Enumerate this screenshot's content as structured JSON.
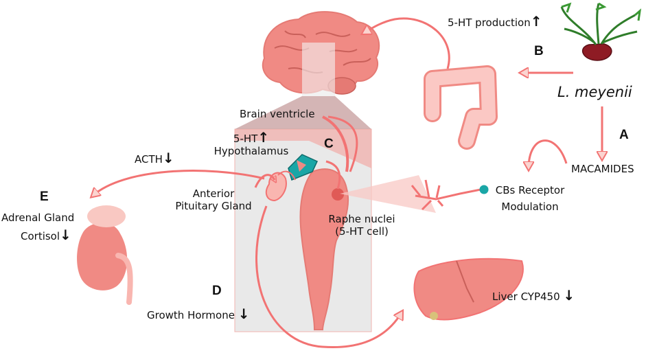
{
  "labels": {
    "ht_production": "5-HT production",
    "species": "L. meyenii",
    "macamides": "MACAMIDES",
    "cbs_line1": "CBs Receptor",
    "cbs_line2": "Modulation",
    "brain_ventricle": "Brain ventricle",
    "ht_hypo_line1": "5-HT",
    "ht_hypo_line2": "Hypothalamus",
    "acth": "ACTH",
    "anterior_line1": "Anterior",
    "anterior_line2": "Pituitary Gland",
    "raphe_line1": "Raphe nuclei",
    "raphe_line2": "(5-HT cell)",
    "adrenal": "Adrenal Gland",
    "cortisol": "Cortisol",
    "growth_hormone": "Growth Hormone",
    "liver": "Liver CYP450"
  },
  "panel_letters": {
    "a": "A",
    "b": "B",
    "c": "C",
    "d": "D",
    "e": "E"
  },
  "arrows": {
    "up": "↑",
    "down": "↓"
  },
  "colors": {
    "organ_fill": "#f08a84",
    "organ_light": "#f9b6b0",
    "arrow": "#f27373",
    "teal": "#1aa6a6",
    "panel_gray": "#e9e9e9"
  },
  "icons": [
    "beetroot-icon",
    "brain-icon",
    "intestine-icon",
    "neuron-icon",
    "kidney-icon",
    "liver-icon",
    "brainstem-icon"
  ]
}
